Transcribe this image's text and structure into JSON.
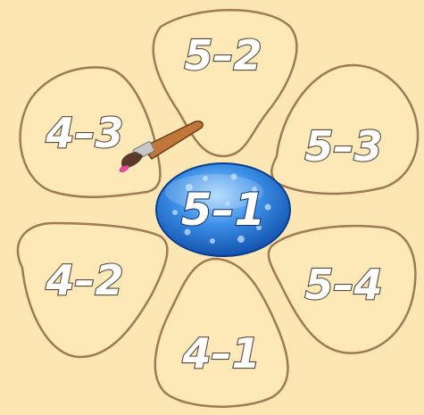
{
  "center": {
    "label": "5–1",
    "color": "#2f7fdc"
  },
  "petals": [
    {
      "id": "top",
      "label": "5–2"
    },
    {
      "id": "upper-left",
      "label": "4–3"
    },
    {
      "id": "upper-right",
      "label": "5–3"
    },
    {
      "id": "lower-left",
      "label": "4–2"
    },
    {
      "id": "lower-right",
      "label": "5–4"
    },
    {
      "id": "bottom",
      "label": "4–1"
    }
  ],
  "colors": {
    "background": "#fbe6b4",
    "petal_fill": "#fde9b8",
    "petal_outline": "#a07a55"
  },
  "icons": [
    "paintbrush-icon"
  ]
}
